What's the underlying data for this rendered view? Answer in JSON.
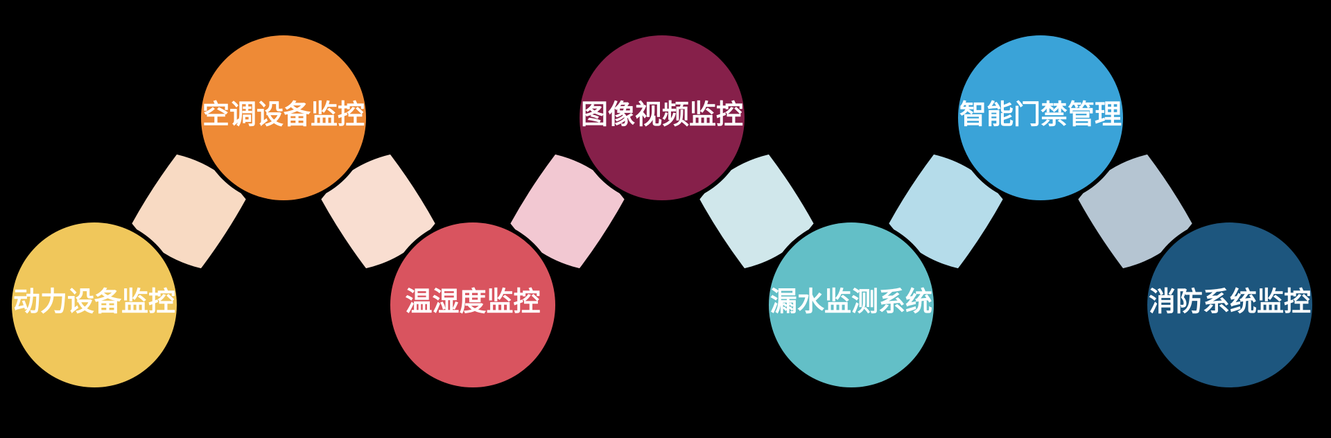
{
  "background_color": "#000000",
  "diagram": {
    "type": "alternating-circle-process",
    "text_color": "#FFFFFF",
    "nodes": [
      {
        "label": "动力设备监控",
        "color": "#F0C75B",
        "position": "bottom"
      },
      {
        "label": "空调设备监控",
        "color": "#EE8A36",
        "position": "top"
      },
      {
        "label": "温湿度监控",
        "color": "#D9545F",
        "position": "bottom"
      },
      {
        "label": "图像视频监控",
        "color": "#86204A",
        "position": "top"
      },
      {
        "label": "漏水监测系统",
        "color": "#63BFC7",
        "position": "bottom"
      },
      {
        "label": "智能门禁管理",
        "color": "#3AA3D8",
        "position": "top"
      },
      {
        "label": "消防系统监控",
        "color": "#1D567E",
        "position": "bottom"
      }
    ],
    "connectors": [
      {
        "color": "#F8DAC3"
      },
      {
        "color": "#F9DED1"
      },
      {
        "color": "#F2C8D2"
      },
      {
        "color": "#D0E7EB"
      },
      {
        "color": "#B5DCEA"
      },
      {
        "color": "#B5C5D2"
      }
    ]
  }
}
